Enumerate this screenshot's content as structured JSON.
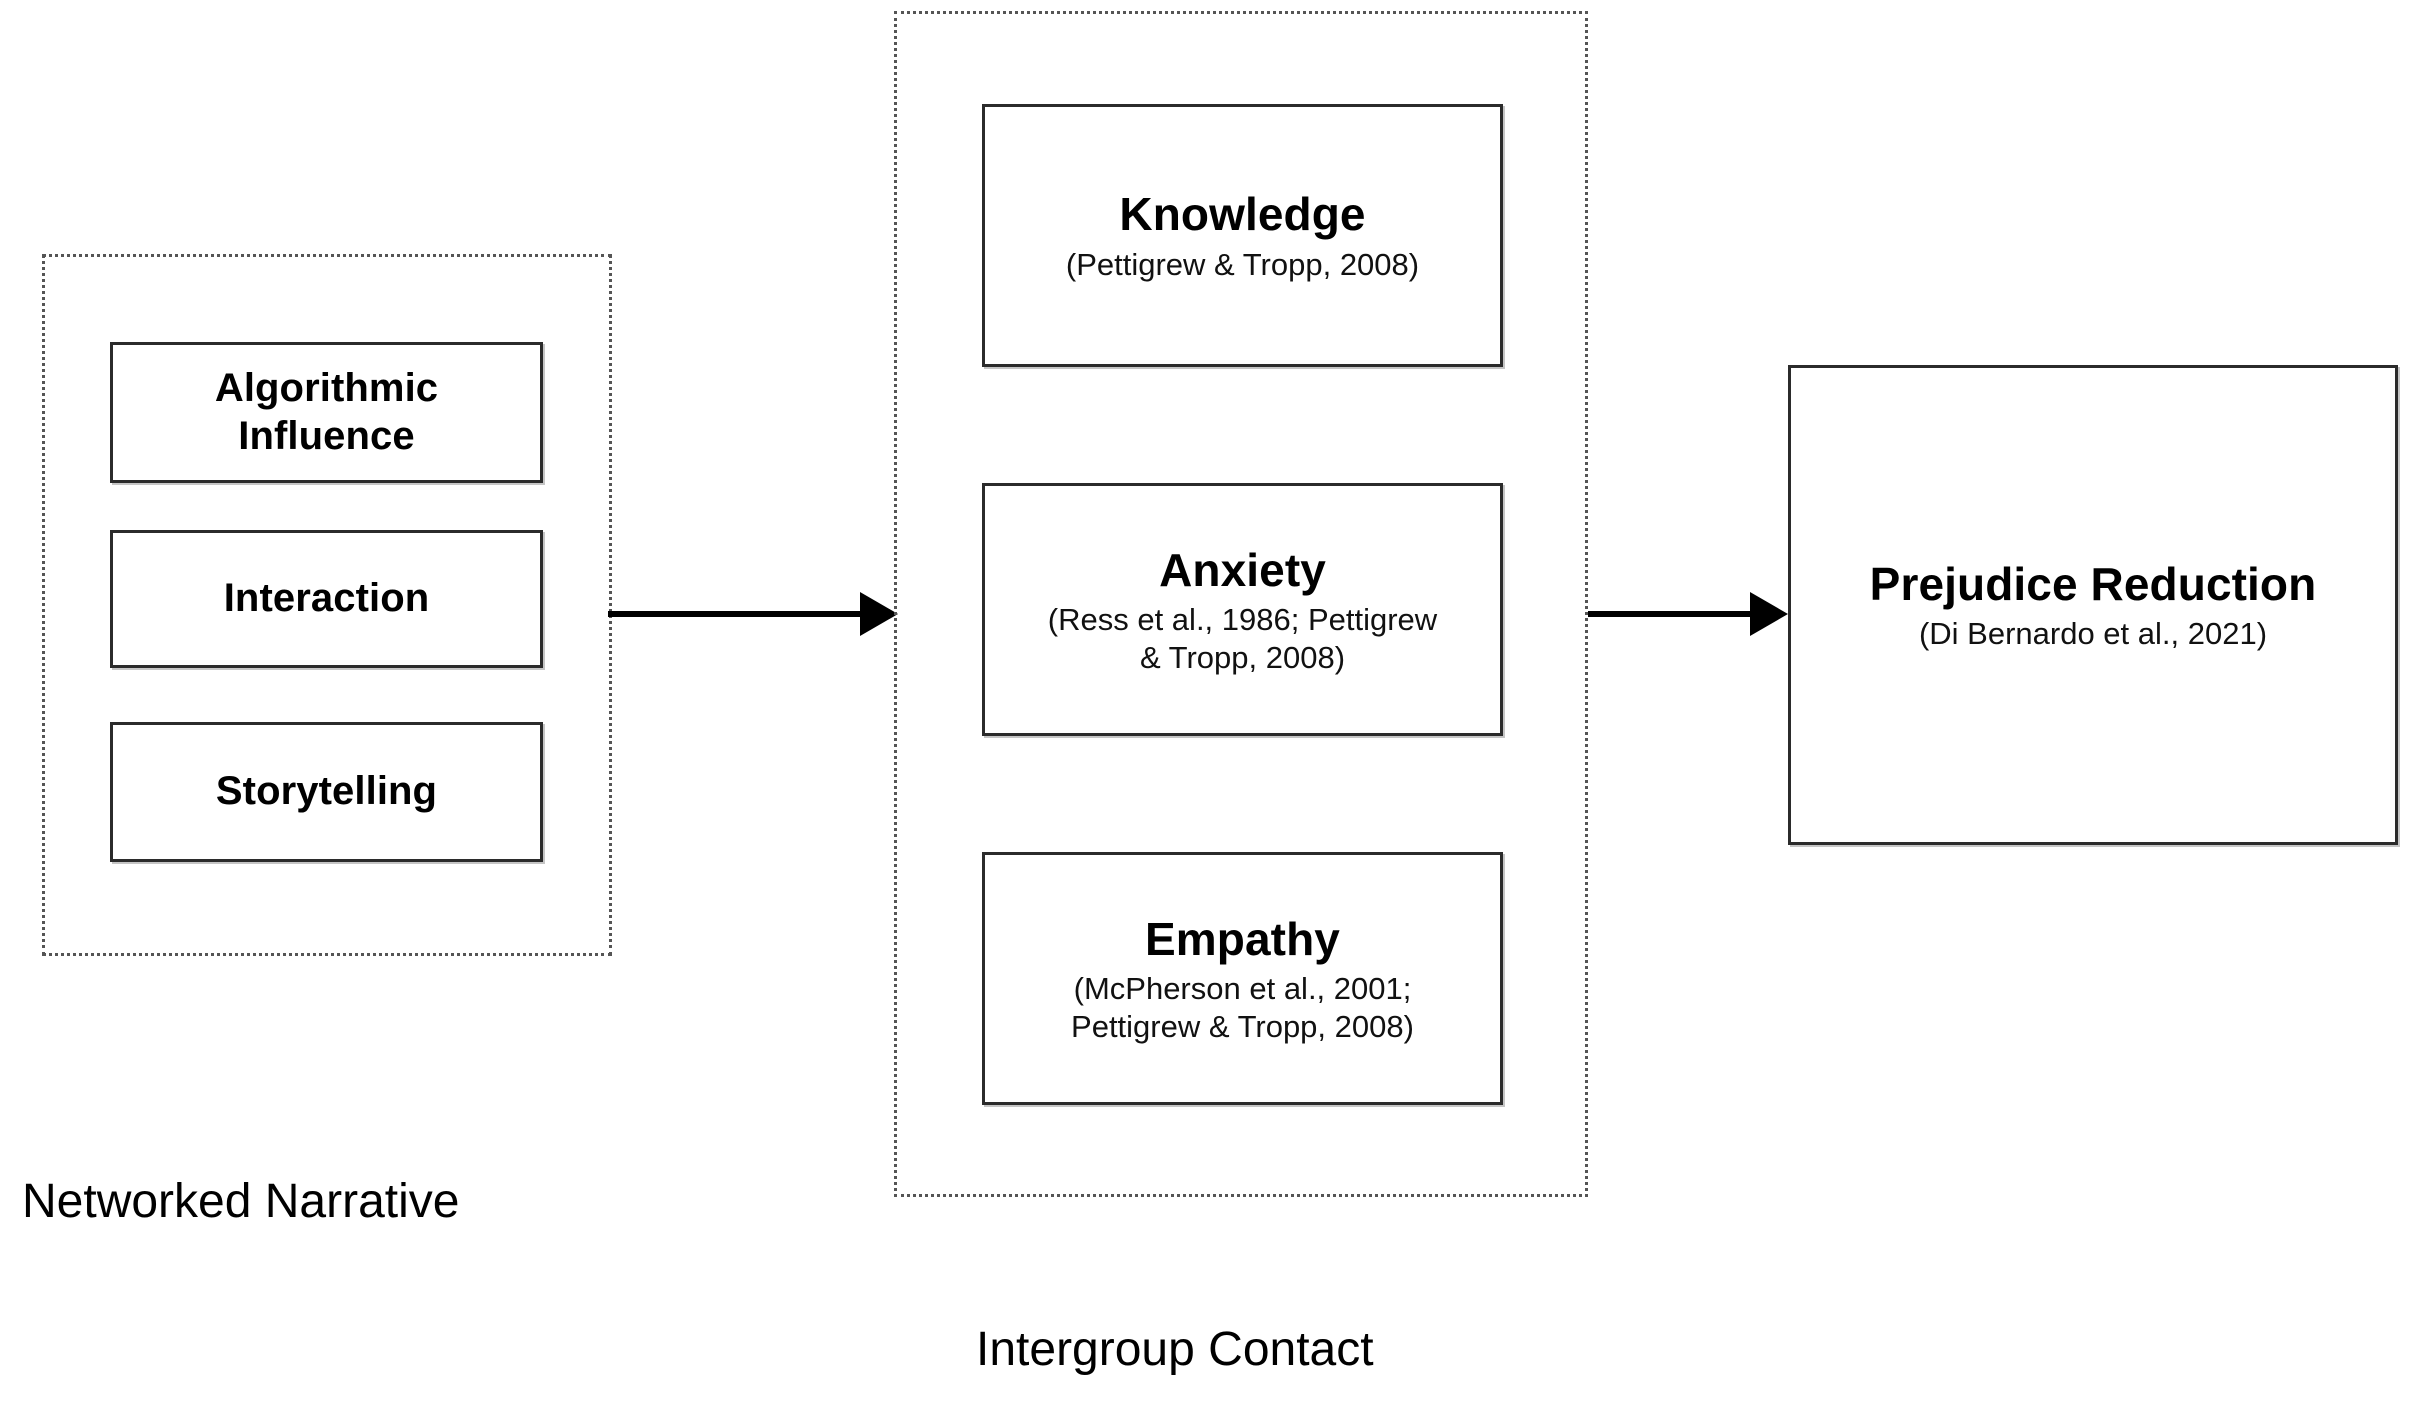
{
  "diagram": {
    "groups": [
      {
        "id": "networked-narrative",
        "caption": "Networked Narrative",
        "boxes": [
          {
            "title": "Algorithmic\nInfluence",
            "cite": ""
          },
          {
            "title": "Interaction",
            "cite": ""
          },
          {
            "title": "Storytelling",
            "cite": ""
          }
        ]
      },
      {
        "id": "intergroup-contact",
        "caption": "Intergroup Contact",
        "boxes": [
          {
            "title": "Knowledge",
            "cite": "(Pettigrew & Tropp, 2008)"
          },
          {
            "title": "Anxiety",
            "cite": "(Ress et al., 1986; Pettigrew\n& Tropp, 2008)"
          },
          {
            "title": "Empathy",
            "cite": "(McPherson et al., 2001;\nPettigrew & Tropp, 2008)"
          }
        ]
      }
    ],
    "outcome": {
      "title": "Prejudice Reduction",
      "cite": "(Di Bernardo et al., 2021)"
    },
    "arrows": [
      {
        "id": "arrow-narrative-to-contact",
        "label": ""
      },
      {
        "id": "arrow-contact-to-outcome",
        "label": ""
      }
    ],
    "colors": {
      "box_border": "#2b2b2b",
      "group_border": "#555555",
      "text": "#000000",
      "background": "#ffffff",
      "arrow": "#000000"
    }
  }
}
